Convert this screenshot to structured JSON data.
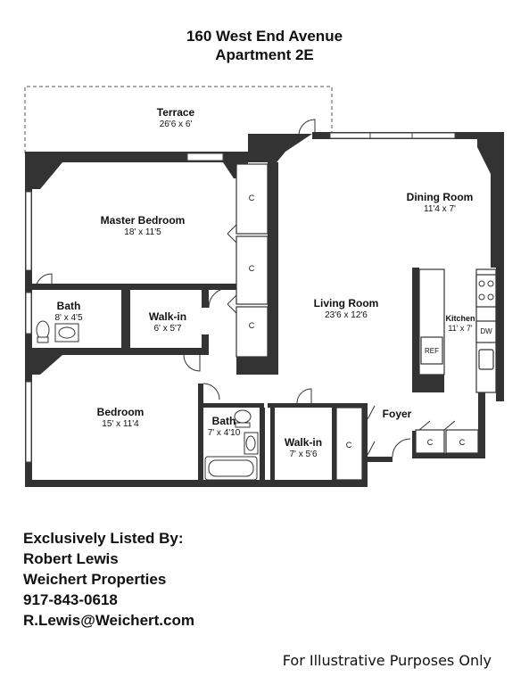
{
  "header": {
    "address": "160 West End Avenue",
    "unit": "Apartment 2E"
  },
  "rooms": {
    "terrace": {
      "name": "Terrace",
      "dims": "26'6 x 6'"
    },
    "master_bedroom": {
      "name": "Master Bedroom",
      "dims": "18' x 11'5"
    },
    "dining_room": {
      "name": "Dining Room",
      "dims": "11'4 x 7'"
    },
    "living_room": {
      "name": "Living Room",
      "dims": "23'6 x 12'6"
    },
    "bath_1": {
      "name": "Bath",
      "dims": "8' x 4'5"
    },
    "walkin_1": {
      "name": "Walk-in",
      "dims": "6' x 5'7"
    },
    "kitchen": {
      "name": "Kitchen",
      "dims": "11' x 7'"
    },
    "bedroom": {
      "name": "Bedroom",
      "dims": "15' x 11'4"
    },
    "bath_2": {
      "name": "Bath",
      "dims": "7' x 4'10"
    },
    "walkin_2": {
      "name": "Walk-in",
      "dims": "7' x 5'6"
    },
    "foyer": {
      "name": "Foyer"
    }
  },
  "fixtures": {
    "closet": "C",
    "refrigerator": "REF",
    "dishwasher": "DW"
  },
  "contact": {
    "heading": "Exclusively Listed By:",
    "agent": "Robert Lewis",
    "company": "Weichert Properties",
    "phone": "917-843-0618",
    "email": "R.Lewis@Weichert.com"
  },
  "disclaimer": "For Illustrative Purposes Only"
}
